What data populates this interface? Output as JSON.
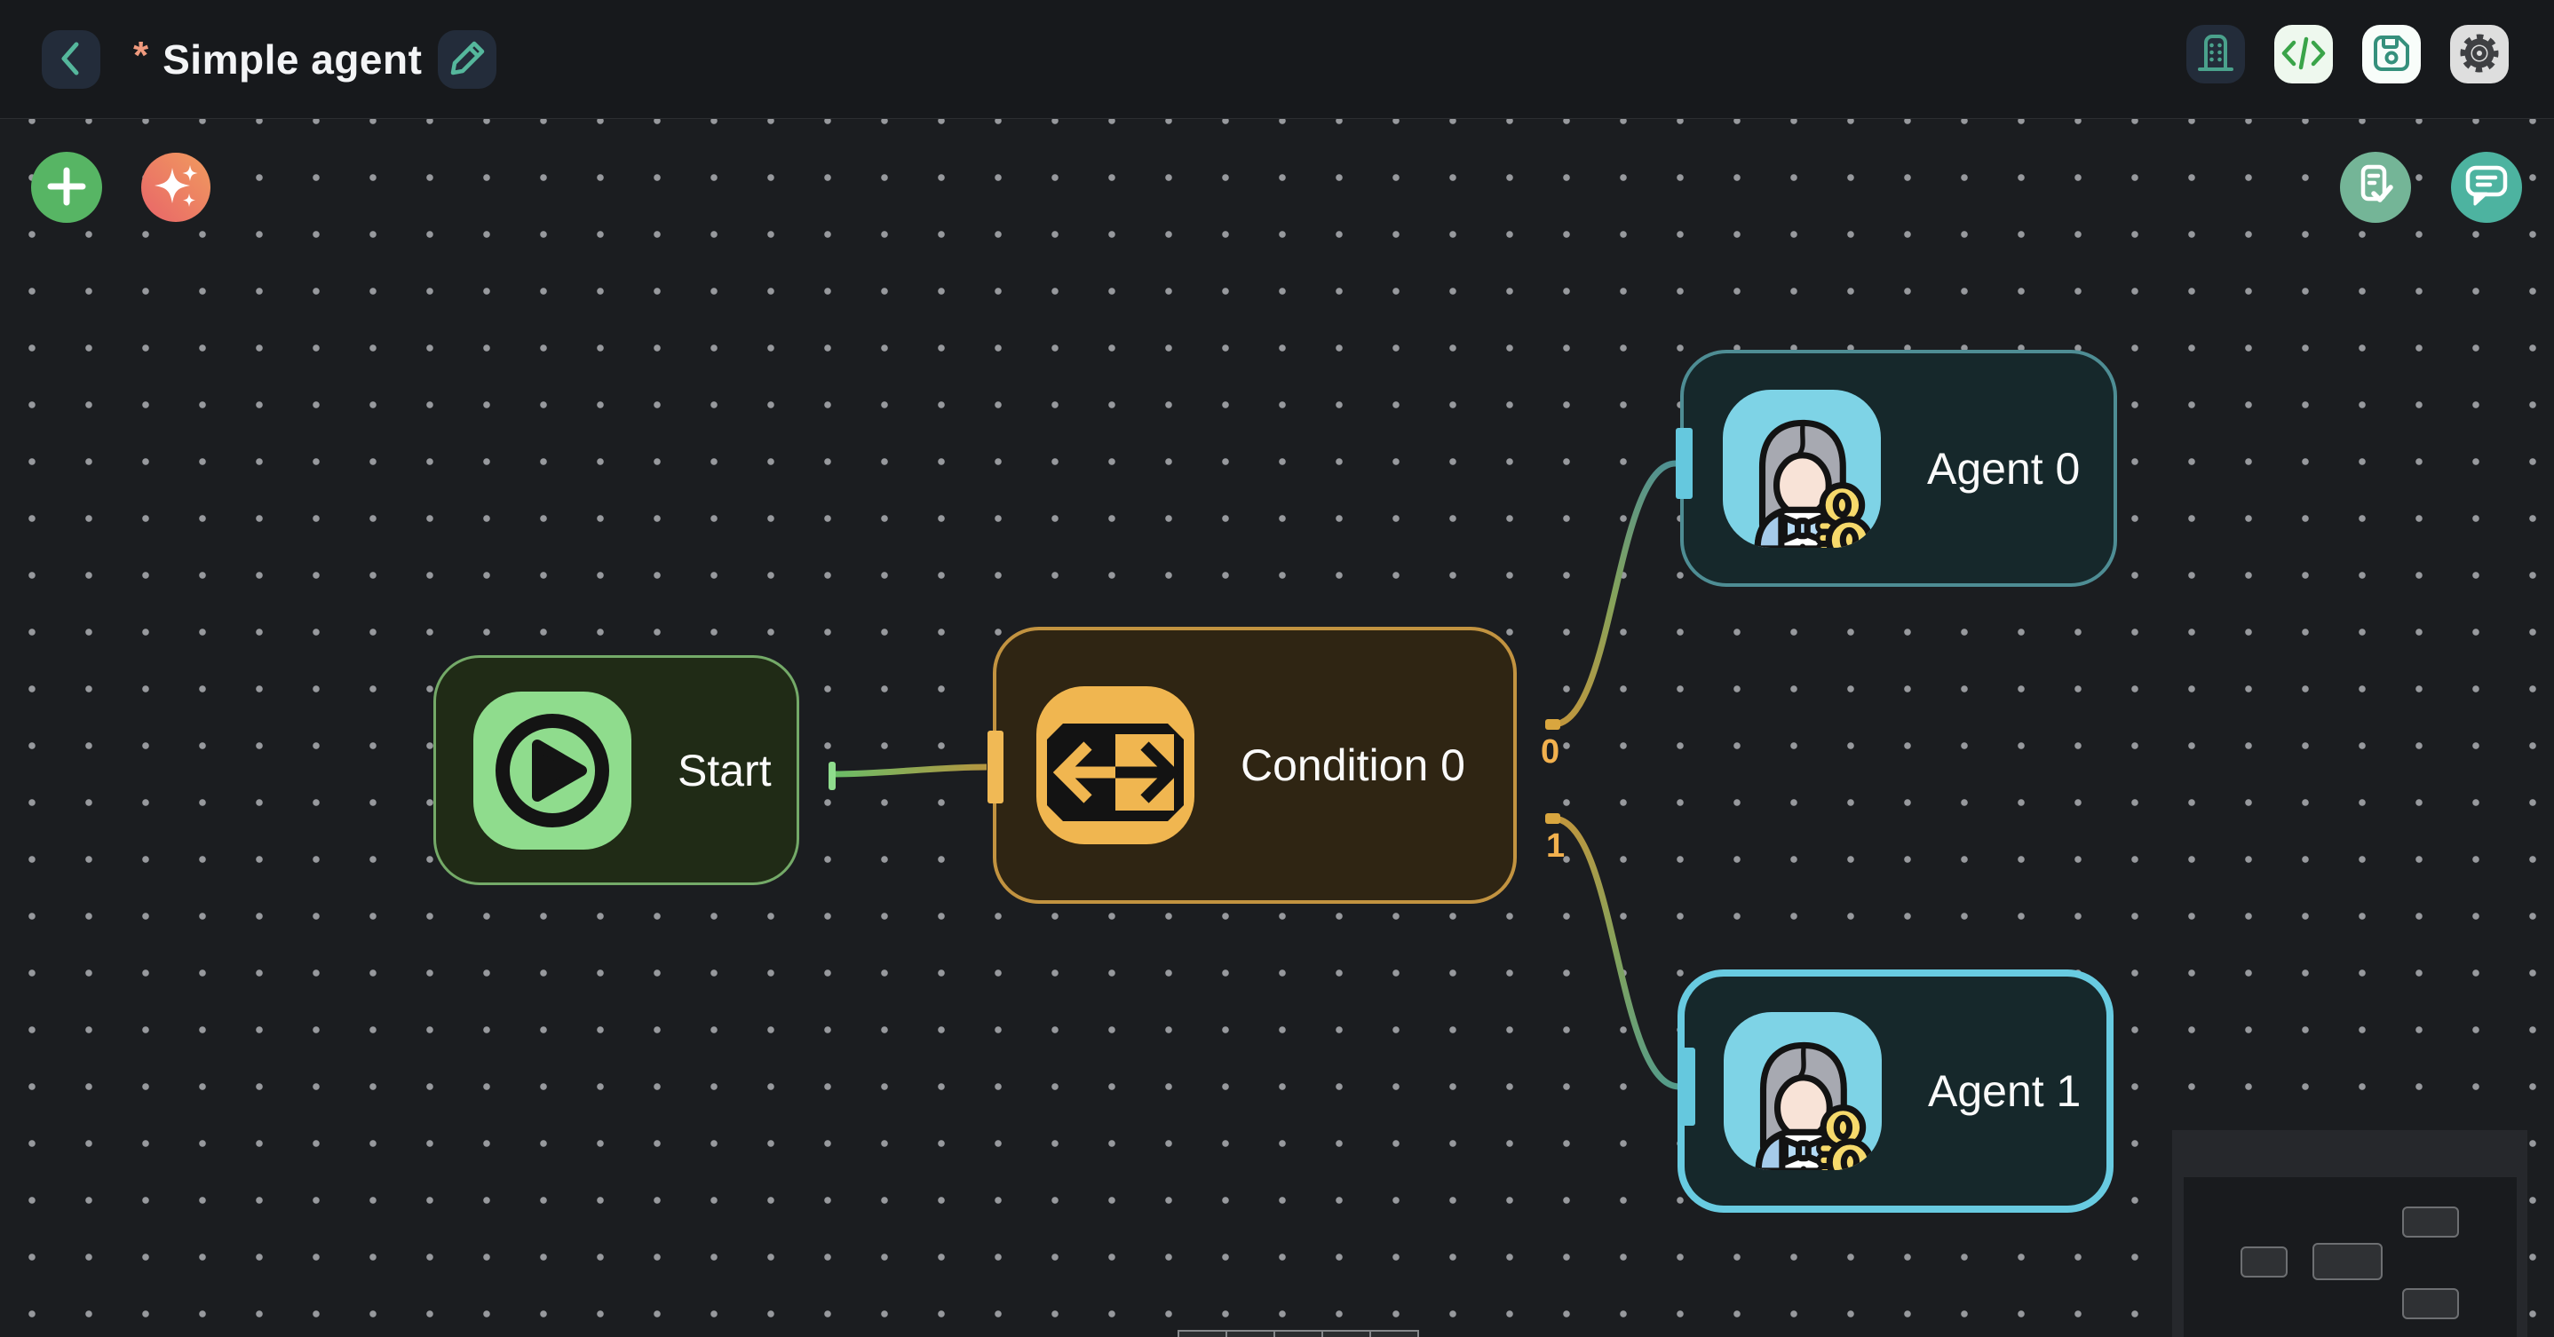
{
  "header": {
    "unsaved_marker": "*",
    "title": "Simple agent",
    "icons": {
      "back": "chevron-left-icon",
      "rename": "pencil-icon",
      "versions": "building-icon",
      "code": "code-brackets-icon",
      "save": "floppy-disk-icon",
      "settings": "gear-icon"
    }
  },
  "canvas": {
    "toolbar": {
      "add_node": "plus-icon",
      "assistant": "sparkles-icon"
    },
    "top_right": {
      "run_log": "document-check-icon",
      "chat": "chat-bubble-icon"
    },
    "nodes": {
      "start": {
        "label": "Start",
        "type": "start"
      },
      "condition": {
        "label": "Condition 0",
        "type": "condition"
      },
      "agent0": {
        "label": "Agent 0",
        "type": "agent"
      },
      "agent1": {
        "label": "Agent 1",
        "type": "agent",
        "selected": true
      }
    },
    "edges": {
      "start_to_condition": {
        "from": "Start",
        "to": "Condition 0"
      },
      "case0": {
        "from": "Condition 0",
        "to": "Agent 0",
        "label": "0"
      },
      "case1": {
        "from": "Condition 0",
        "to": "Agent 1",
        "label": "1"
      }
    }
  },
  "colors": {
    "canvas_bg": "#1b1d20",
    "header_bg": "#17191c",
    "start_accent": "#74aa68",
    "start_icon_bg": "#8fdc8d",
    "condition_accent": "#c29340",
    "condition_icon_bg": "#f0b650",
    "agent_accent": "#4e8d94",
    "agent_selected_accent": "#68cbe1",
    "agent_icon_bg": "#7ed3e6",
    "edge_green": "#69bd68",
    "edge_amber": "#c1963d",
    "edge_teal": "#4e9093",
    "edge_label_amber": "#f2b14e",
    "header_icon_teal": "#55b79c",
    "add_button_green": "#57b564",
    "assistant_coral": "#ec7d63",
    "log_button_green": "#74b597",
    "chat_button_teal": "#4db3a0"
  }
}
